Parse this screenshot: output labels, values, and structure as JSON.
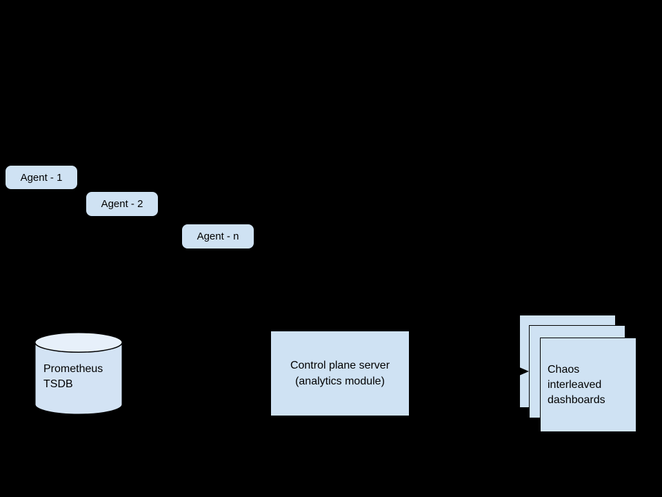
{
  "canvas": {
    "background_color": "#000000"
  },
  "palette": {
    "node_fill": "#cfe2f3",
    "cylinder_body_fill": "#d3e3f4",
    "cylinder_top_fill": "#e7f0fa",
    "outline_color": "#000000",
    "text_color": "#000000"
  },
  "nodes": {
    "agents": [
      {
        "label": "Agent - 1"
      },
      {
        "label": "Agent - 2"
      },
      {
        "label": "Agent - n"
      }
    ],
    "tsdb": {
      "shape": "cylinder",
      "lines": [
        "Prometheus",
        "TSDB"
      ]
    },
    "control_plane": {
      "shape": "rectangle",
      "lines": [
        "Control plane server",
        "(analytics module)"
      ]
    },
    "dashboards": {
      "shape": "stacked-cards",
      "stack_count": 3,
      "lines": [
        "Chaos",
        "interleaved",
        "dashboards"
      ]
    }
  },
  "connections": [
    {
      "from": "control_plane",
      "to": "dashboards",
      "type": "arrow",
      "color": "#000000"
    }
  ]
}
